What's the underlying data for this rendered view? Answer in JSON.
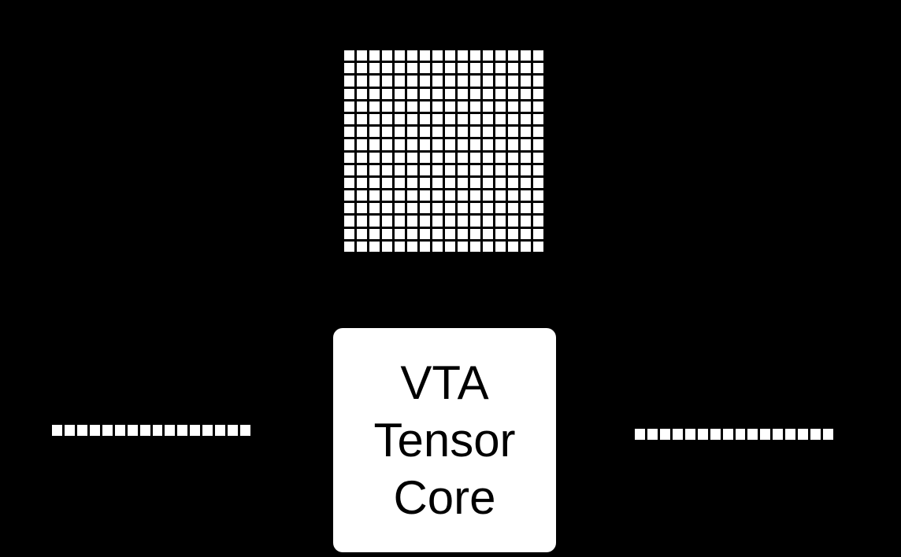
{
  "diagram": {
    "background_color": "#000000",
    "foreground_color": "#ffffff",
    "matrix_grid": {
      "rows": 16,
      "cols": 16,
      "cell_color": "#ffffff",
      "grid_line_color": "#000000"
    },
    "left_vector": {
      "rows": 1,
      "cols": 16,
      "cell_color": "#ffffff"
    },
    "right_vector": {
      "rows": 1,
      "cols": 16,
      "cell_color": "#ffffff"
    },
    "core": {
      "label": "VTA Tensor Core",
      "fill_color": "#ffffff",
      "text_color": "#000000"
    }
  }
}
